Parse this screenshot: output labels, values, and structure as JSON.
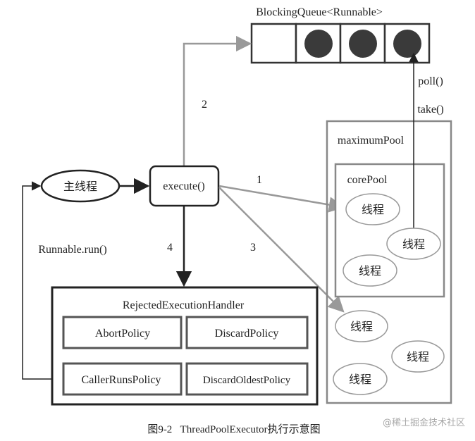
{
  "queue": {
    "label": "BlockingQueue<Runnable>"
  },
  "main_thread": {
    "label": "主线程"
  },
  "execute": {
    "label": "execute()"
  },
  "steps": {
    "s1": "1",
    "s2": "2",
    "s3": "3",
    "s4": "4"
  },
  "run_label": "Runnable.run()",
  "poll_label": "poll()",
  "take_label": "take()",
  "maximum_pool": {
    "label": "maximumPool",
    "threads": [
      "线程",
      "线程",
      "线程"
    ]
  },
  "core_pool": {
    "label": "corePool",
    "threads": [
      "线程",
      "线程",
      "线程"
    ]
  },
  "handler": {
    "label": "RejectedExecutionHandler",
    "policies": [
      "AbortPolicy",
      "DiscardPolicy",
      "CallerRunsPolicy",
      "DiscardOldestPolicy"
    ]
  },
  "caption": "图9-2   ThreadPoolExecutor执行示意图",
  "watermark": "@稀土掘金技术社区",
  "colors": {
    "gray": "#999999",
    "dark": "#222222",
    "ball": "#3a3a3a"
  }
}
